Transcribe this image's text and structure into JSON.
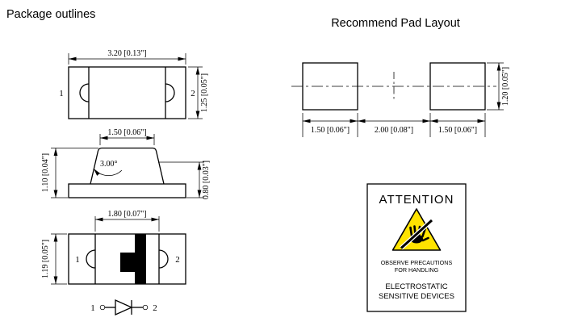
{
  "headings": {
    "left": "Package outlines",
    "right": "Recommend Pad Layout"
  },
  "top_view": {
    "width_dim": "3.20 [0.13\"]",
    "height_dim": "1.25 [0.05\"]",
    "pin1": "1",
    "pin2": "2"
  },
  "side_view": {
    "top_dim": "1.50 [0.06\"]",
    "angle": "3.00°",
    "left_dim": "1.10 [0.04\"]",
    "right_dim": "0.80 [0.03\"]"
  },
  "bottom_view": {
    "top_dim": "1.80 [0.07\"]",
    "left_dim": "1.19 [0.05\"]",
    "pin1": "1",
    "pin2": "2"
  },
  "diode": {
    "anode": "1",
    "cathode": "2"
  },
  "pad_layout": {
    "left_pad_dim": "1.50 [0.06\"]",
    "gap_dim": "2.00 [0.08\"]",
    "right_pad_dim": "1.50 [0.06\"]",
    "height_dim": "1.20 [0.05\"]"
  },
  "attention": {
    "title": "ATTENTION",
    "precaution_line1": "OBSERVE PRECAUTIONS",
    "precaution_line2": "FOR HANDLING",
    "esd_line1": "ELECTROSTATIC",
    "esd_line2": "SENSITIVE DEVICES"
  },
  "colors": {
    "line": "#000000",
    "esd_triangle_yellow": "#FFE300",
    "background": "#FFFFFF"
  }
}
